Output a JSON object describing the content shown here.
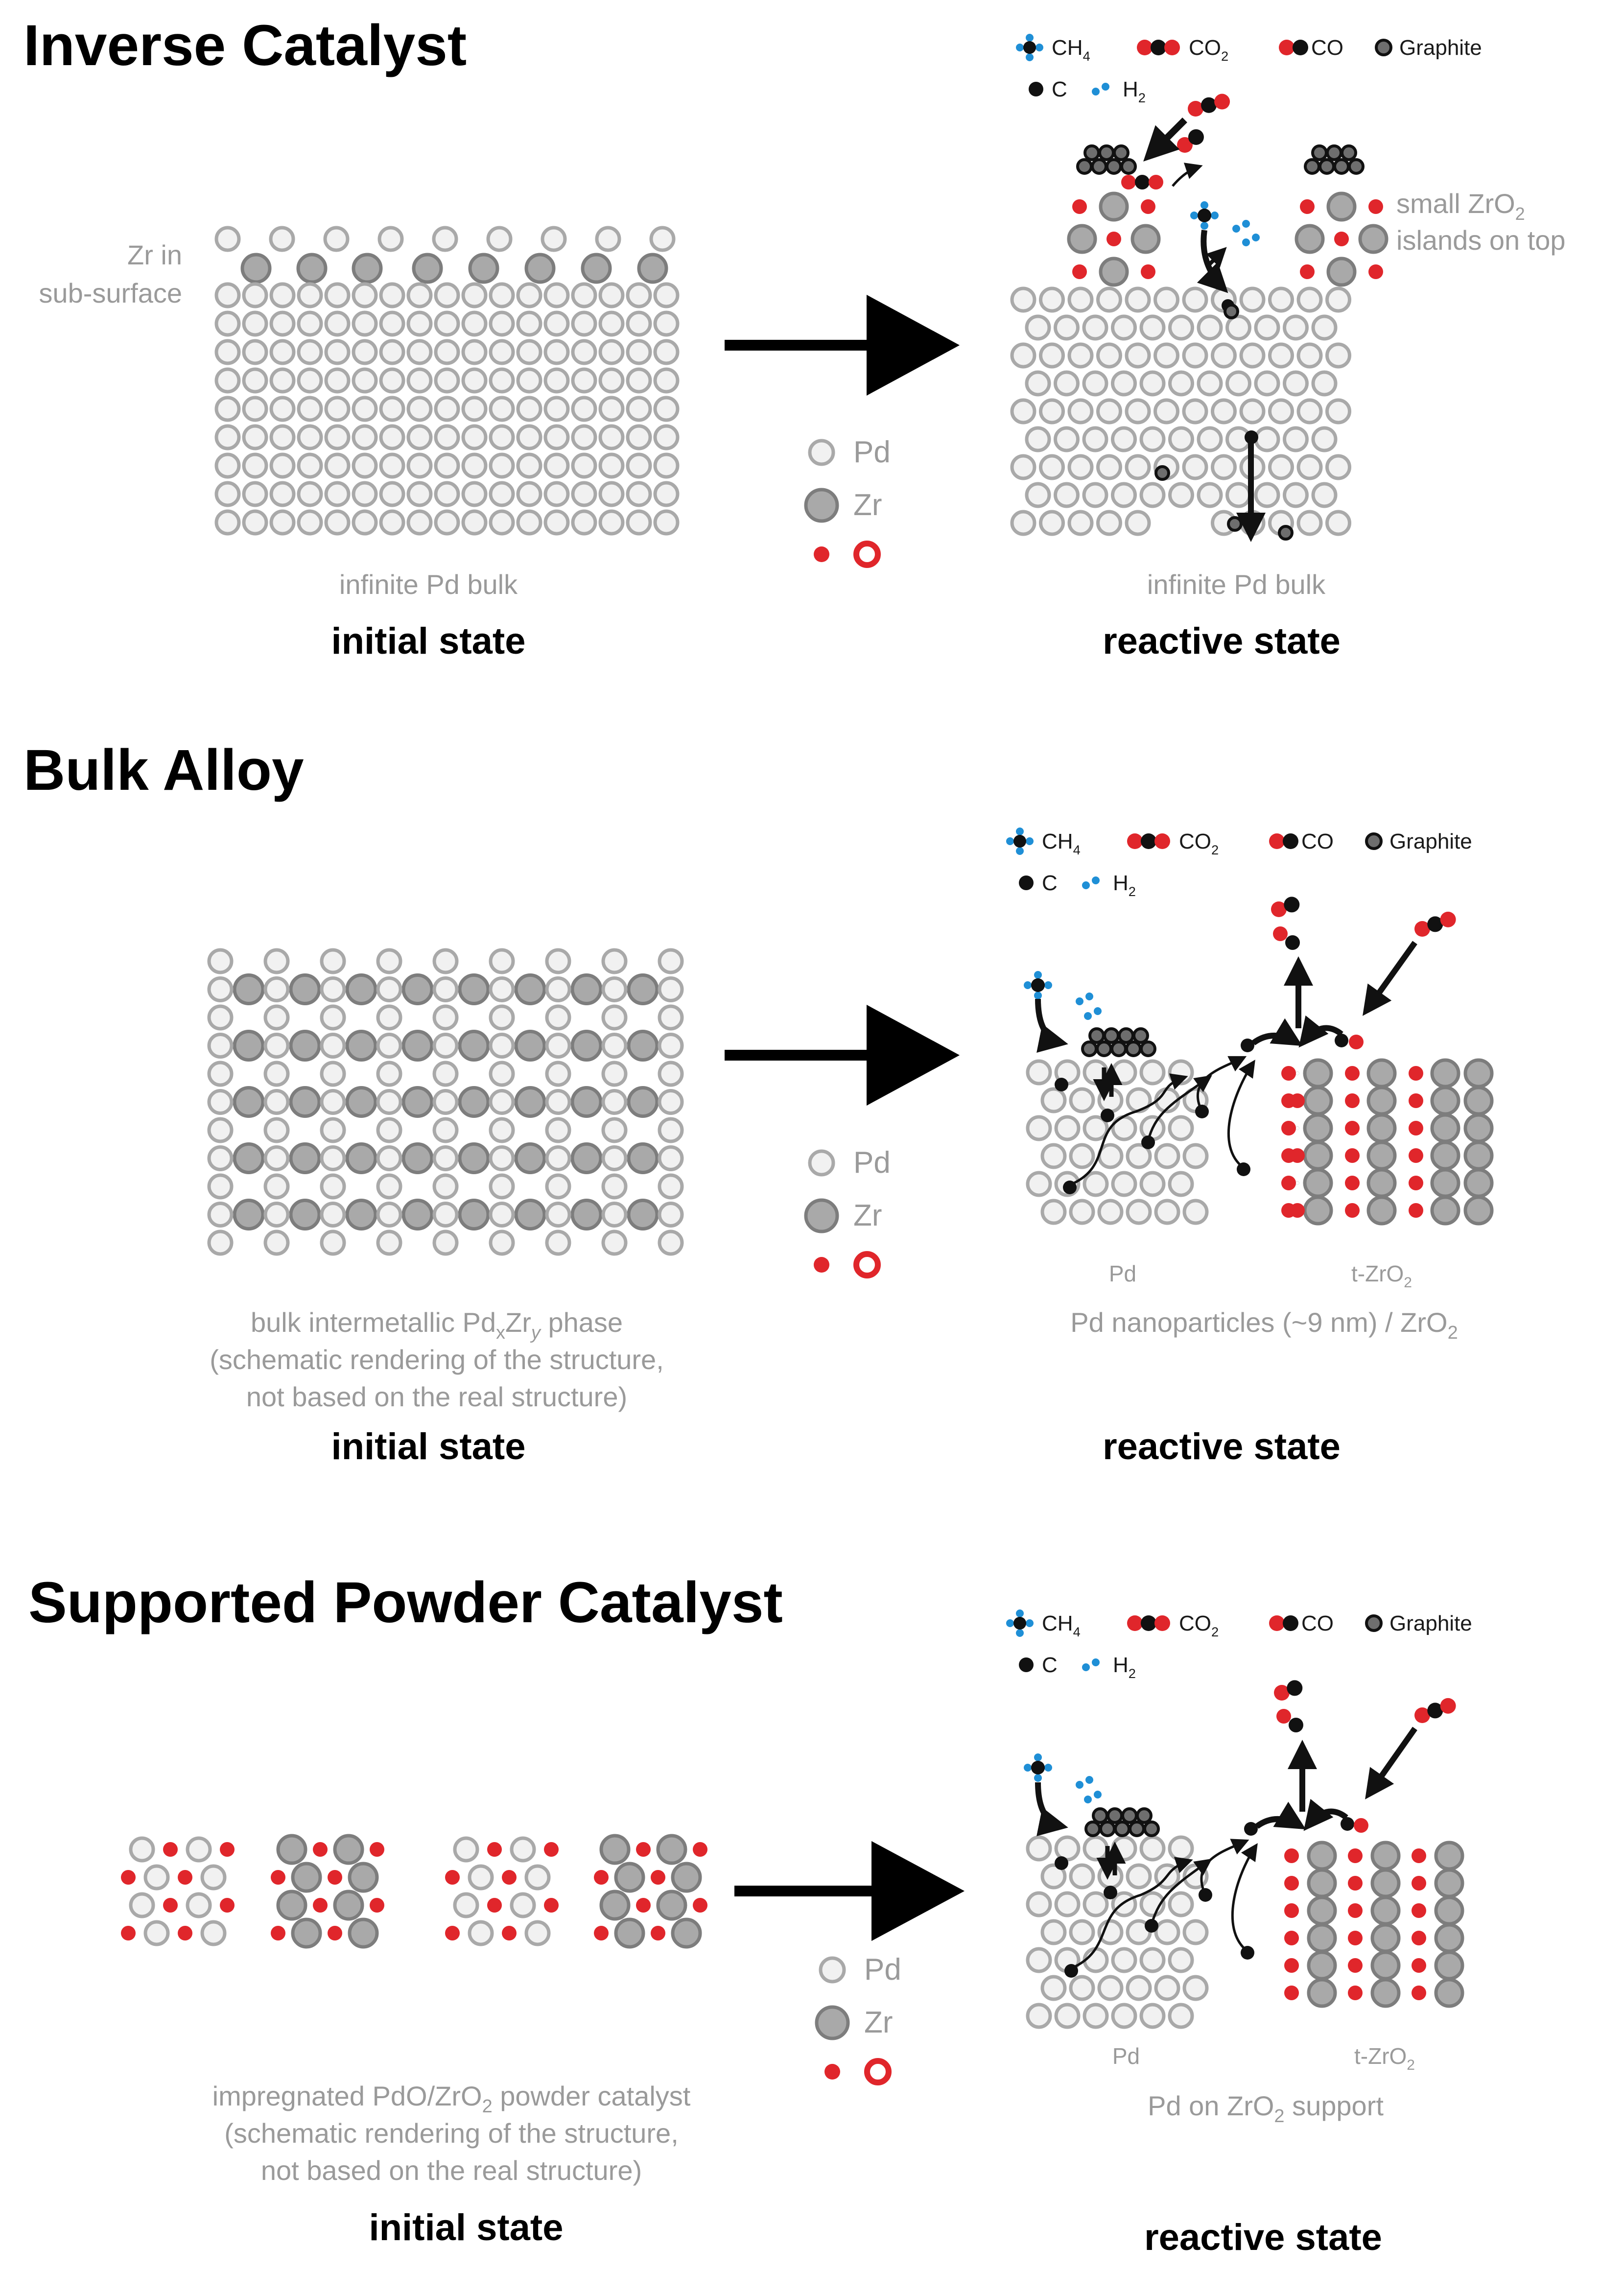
{
  "colors": {
    "pd_fill": "#f1f1f1",
    "pd_stroke": "#a9a9a9",
    "zr_fill": "#a9a9a9",
    "zr_stroke": "#7d7d7d",
    "oxygen": "#e0262b",
    "carbon": "#111111",
    "hydrogen": "#1f8fd6",
    "graphite": "#6e6e6e",
    "caption_gray": "#9a9a9a"
  },
  "legend": {
    "pd": "Pd",
    "zr": "Zr",
    "ch4": "CH",
    "ch4_sub": "4",
    "co2": "CO",
    "co2_sub": "2",
    "co": "CO",
    "graphite": "Graphite",
    "c": "C",
    "h2": "H",
    "h2_sub": "2"
  },
  "sections": [
    {
      "title": "Inverse Catalyst",
      "zr_label_line1": "Zr in",
      "zr_label_line2": "sub-surface",
      "islands_line1": "small ZrO",
      "islands_line1_sub": "2",
      "islands_line2": "islands on top",
      "initial_caption": "infinite Pd bulk",
      "reactive_caption": "infinite Pd bulk",
      "initial_state": "initial state",
      "reactive_state": "reactive state"
    },
    {
      "title": "Bulk Alloy",
      "initial_caption_1a": "bulk intermetallic Pd",
      "initial_caption_1b": "x",
      "initial_caption_1c": "Zr",
      "initial_caption_1d": "y",
      "initial_caption_1e": " phase",
      "initial_caption_2": "(schematic rendering of the structure,",
      "initial_caption_3": "not based on the real structure)",
      "reactive_caption": "Pd nanoparticles (~9 nm) / ZrO",
      "reactive_caption_sub": "2",
      "pd_region_label": "Pd",
      "tzro2_label": "t-ZrO",
      "tzro2_sub": "2",
      "initial_state": "initial state",
      "reactive_state": "reactive state"
    },
    {
      "title": "Supported Powder Catalyst",
      "initial_caption_1": "impregnated PdO/ZrO",
      "initial_caption_1_sub": "2",
      "initial_caption_1_tail": " powder catalyst",
      "initial_caption_2": "(schematic rendering of the structure,",
      "initial_caption_3": "not based on the real structure)",
      "reactive_caption": "Pd on ZrO",
      "reactive_caption_sub": "2",
      "reactive_caption_tail": " support",
      "pd_region_label": "Pd",
      "tzro2_label": "t-ZrO",
      "tzro2_sub": "2",
      "initial_state": "initial state",
      "reactive_state": "reactive state"
    }
  ]
}
